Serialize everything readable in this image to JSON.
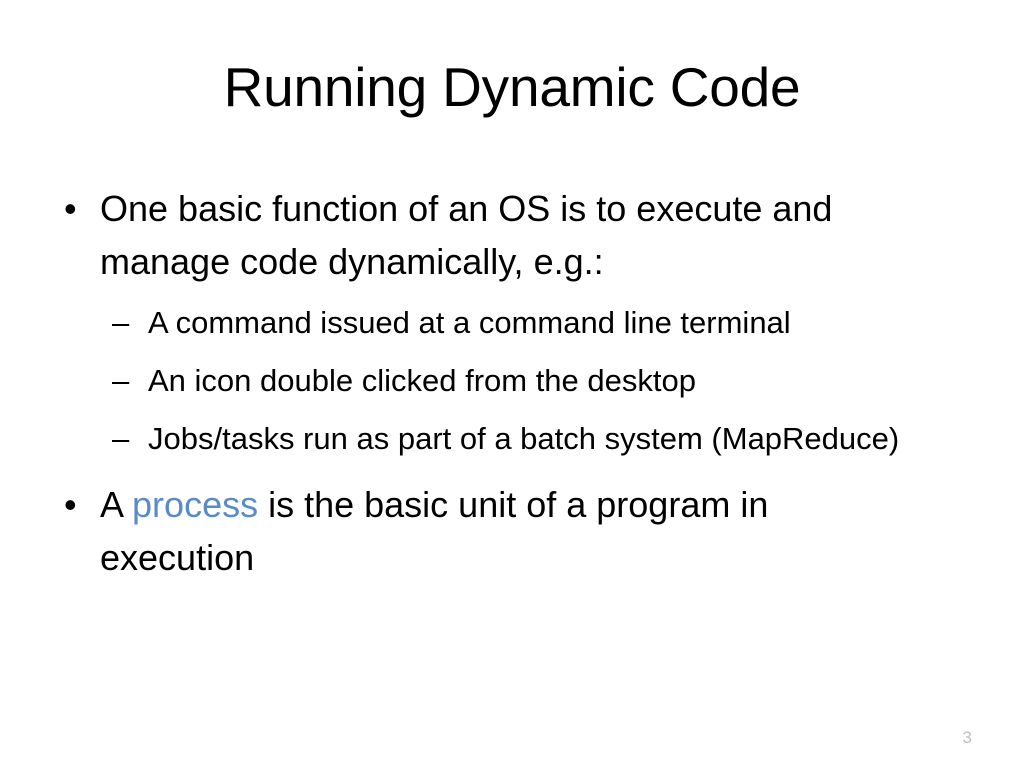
{
  "slide": {
    "background_color": "#ffffff",
    "text_color": "#000000",
    "accent_color": "#5b8bc7",
    "page_number_color": "#bfbfbf",
    "title": "Running Dynamic Code",
    "page_number": "3"
  },
  "content": {
    "bullet1": {
      "marker": "•",
      "text": "One basic function of an OS is to execute and manage code dynamically, e.g.:"
    },
    "subbullets": [
      {
        "marker": "–",
        "text": "A command issued at a command line terminal"
      },
      {
        "marker": "–",
        "text": "An icon double clicked from the desktop"
      },
      {
        "marker": "–",
        "text": "Jobs/tasks run as part of a batch system (MapReduce)"
      }
    ],
    "bullet2": {
      "marker": "•",
      "text_before": "A ",
      "accent_text": "process",
      "text_after": " is the basic unit of a program in execution"
    }
  }
}
